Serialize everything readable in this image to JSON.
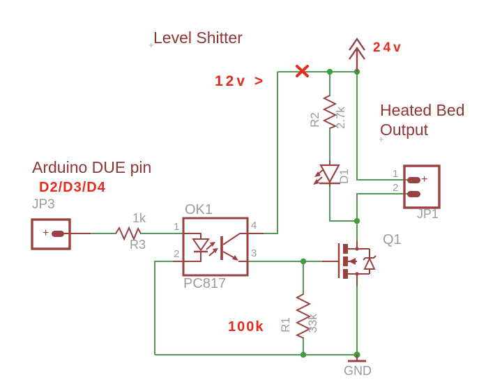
{
  "title": "Level Shitter",
  "colors": {
    "wire_green": "#579757",
    "junction_green": "#3E9E3E",
    "symbol_red": "#9A4040",
    "schematic_text_dark_red": "#8E3636",
    "annotation_red": "#E62A1C",
    "label_gray": "#9B9B9B",
    "background": "#FFFFFF"
  },
  "annotations": {
    "supply_24v": "24v",
    "supply_12v": "12v >",
    "heated_bed_line1": "Heated Bed",
    "heated_bed_line2": "Output",
    "arduino_note": "Arduino DUE pin",
    "arduino_pins": "D2/D3/D4",
    "r1_suggested_value": "100k"
  },
  "marks": {
    "error_x": "X",
    "origin_cross": "+"
  },
  "components": {
    "jp3": {
      "ref": "JP3",
      "polarity": "+"
    },
    "r3": {
      "ref": "R3",
      "value": "1k"
    },
    "ok1": {
      "ref": "OK1",
      "part": "PC817",
      "pin1": "1",
      "pin2": "2",
      "pin3": "3",
      "pin4": "4"
    },
    "r2": {
      "ref": "R2",
      "value": "2.7k"
    },
    "d1": {
      "ref": "D1"
    },
    "jp1": {
      "ref": "JP1",
      "polarity": "+",
      "pin1": "1",
      "pin2": "2"
    },
    "q1": {
      "ref": "Q1"
    },
    "r1": {
      "ref": "R1",
      "value": "33k"
    },
    "gnd_label": "GND"
  }
}
